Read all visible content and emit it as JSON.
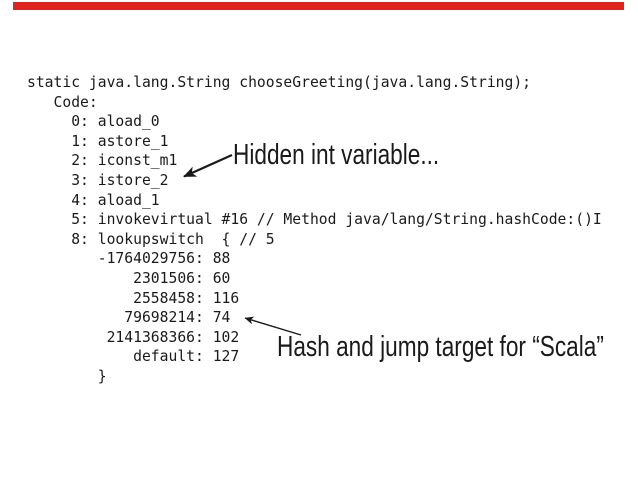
{
  "slide": {
    "background_color": "#ffffff",
    "accent_bar_color": "#df231e",
    "text_color": "#1a1a1a"
  },
  "code": {
    "lines": [
      "static java.lang.String chooseGreeting(java.lang.String);",
      "   Code:",
      "     0: aload_0",
      "     1: astore_1",
      "     2: iconst_m1",
      "     3: istore_2",
      "     4: aload_1",
      "     5: invokevirtual #16 // Method java/lang/String.hashCode:()I",
      "     8: lookupswitch  { // 5",
      "        -1764029756: 88",
      "            2301506: 60",
      "            2558458: 116",
      "           79698214: 74",
      "         2141368366: 102",
      "            default: 127",
      "        }"
    ]
  },
  "annotations": {
    "hidden_int": {
      "text": "Hidden int variable..."
    },
    "hash_jump": {
      "text": "Hash and jump target for “Scala”"
    }
  }
}
